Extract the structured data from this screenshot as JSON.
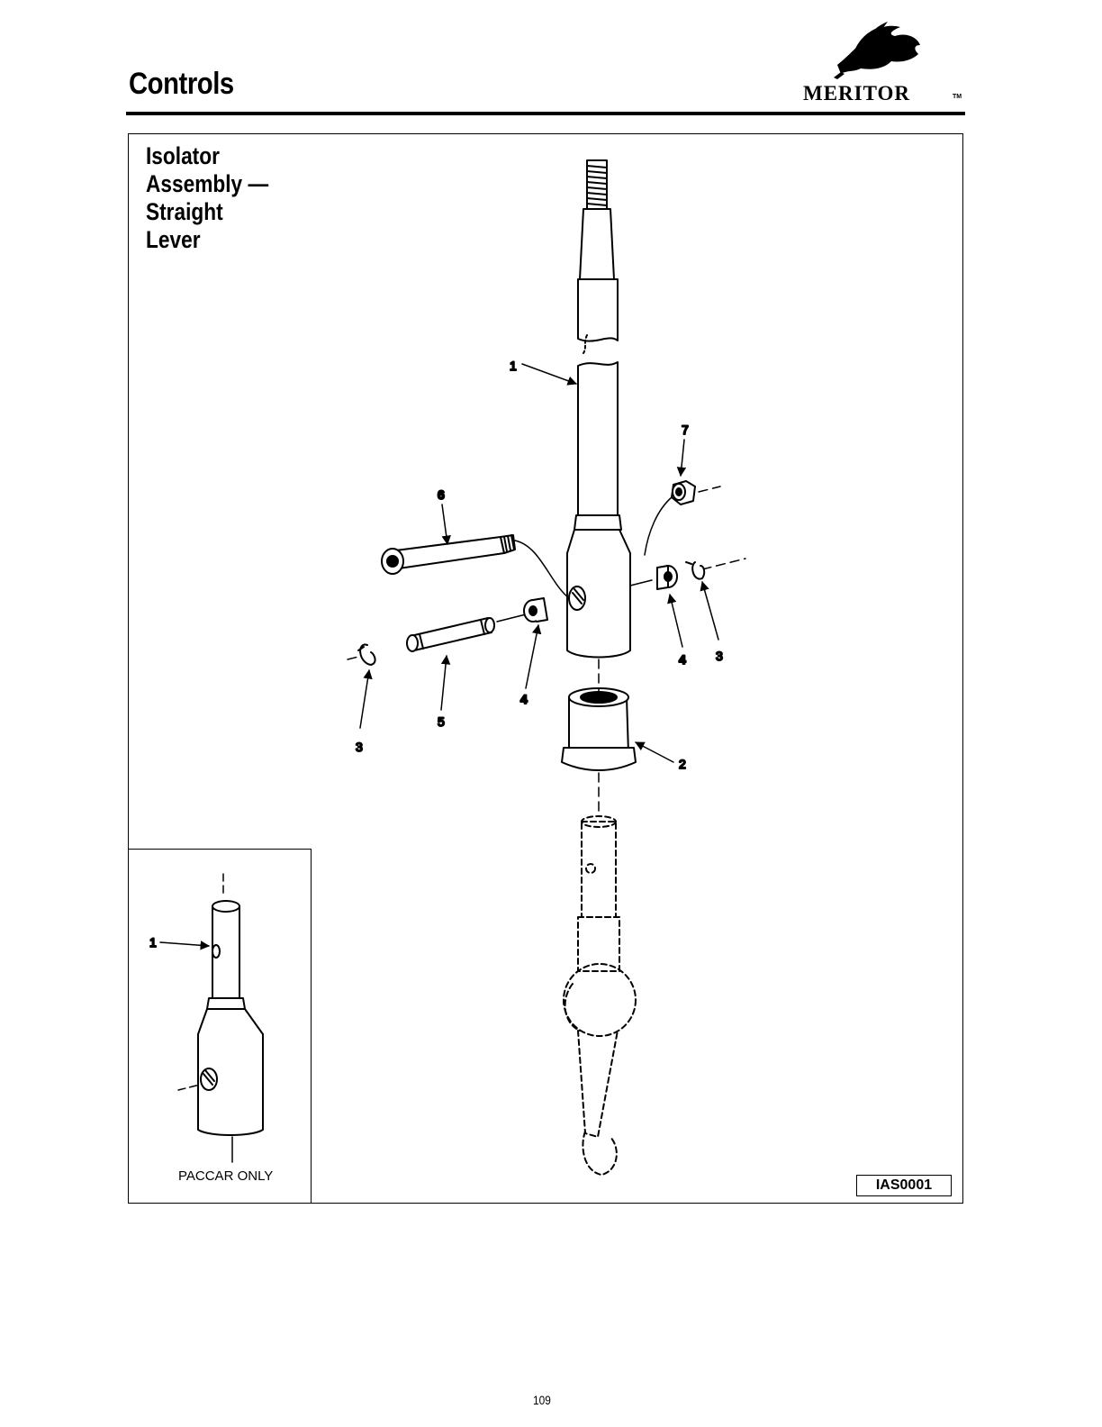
{
  "header": {
    "title": "Controls",
    "brand": "MERITOR",
    "brand_tm": "TM"
  },
  "figure": {
    "title_lines": [
      "Isolator",
      "Assembly —",
      "Straight",
      "Lever"
    ],
    "id": "IAS0001",
    "inset_caption": "PACCAR ONLY",
    "callouts": {
      "c1": "1",
      "c2": "2",
      "c3_left": "3",
      "c3_right": "3",
      "c4_left": "4",
      "c4_right": "4",
      "c5": "5",
      "c6": "6",
      "c7": "7",
      "c1_inset": "1"
    }
  },
  "footer": {
    "page_number": "109"
  }
}
